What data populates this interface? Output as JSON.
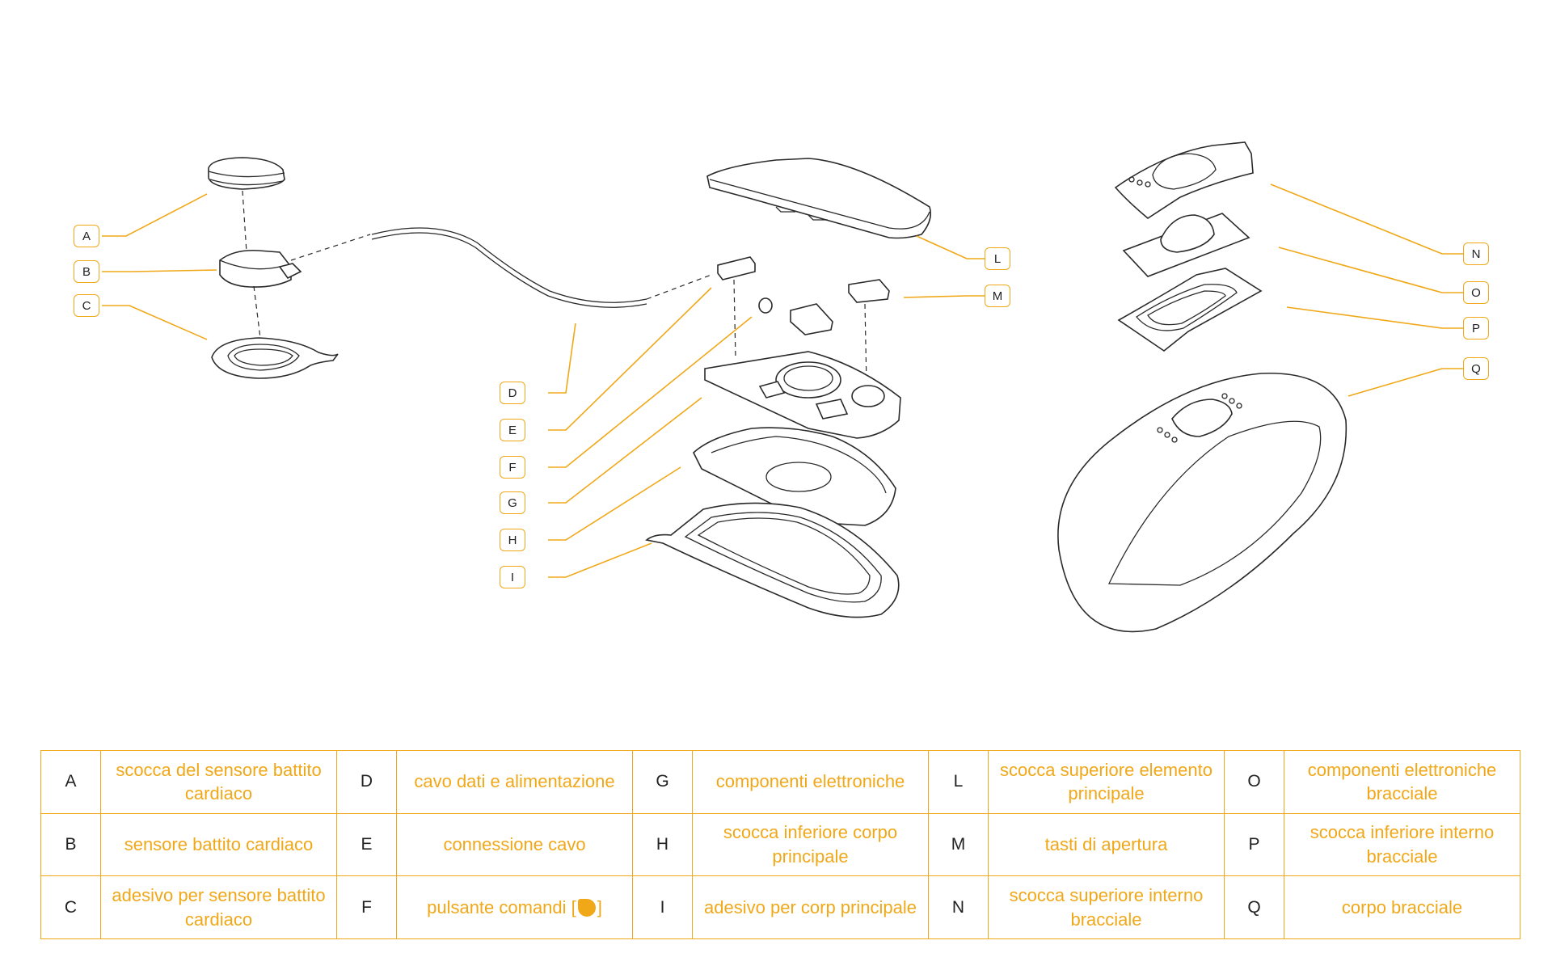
{
  "callouts": [
    "A",
    "B",
    "C",
    "D",
    "E",
    "F",
    "G",
    "H",
    "I",
    "L",
    "M",
    "N",
    "O",
    "P",
    "Q"
  ],
  "legend": {
    "rows": [
      [
        {
          "key": "A",
          "desc": "scocca del sensore battito cardiaco"
        },
        {
          "key": "D",
          "desc": "cavo dati e alimentazione"
        },
        {
          "key": "G",
          "desc": "componenti elettroniche"
        },
        {
          "key": "L",
          "desc": "scocca superiore elemento principale"
        },
        {
          "key": "O",
          "desc": "componenti elettroniche bracciale"
        }
      ],
      [
        {
          "key": "B",
          "desc": "sensore battito cardiaco"
        },
        {
          "key": "E",
          "desc": "connessione cavo"
        },
        {
          "key": "H",
          "desc": "scocca inferiore corpo principale"
        },
        {
          "key": "M",
          "desc": "tasti di apertura"
        },
        {
          "key": "P",
          "desc": "scocca inferiore interno bracciale"
        }
      ],
      [
        {
          "key": "C",
          "desc": "adesivo per sensore battito cardiaco"
        },
        {
          "key": "F",
          "desc": "pulsante comandi [",
          "desc_after": "]",
          "icon": "button-shape-icon"
        },
        {
          "key": "I",
          "desc": "adesivo per  corp principale"
        },
        {
          "key": "N",
          "desc": "scocca superiore interno bracciale"
        },
        {
          "key": "Q",
          "desc": "corpo bracciale"
        }
      ]
    ]
  },
  "colors": {
    "accent": "#f0a818",
    "line": "#2a2a2a"
  }
}
